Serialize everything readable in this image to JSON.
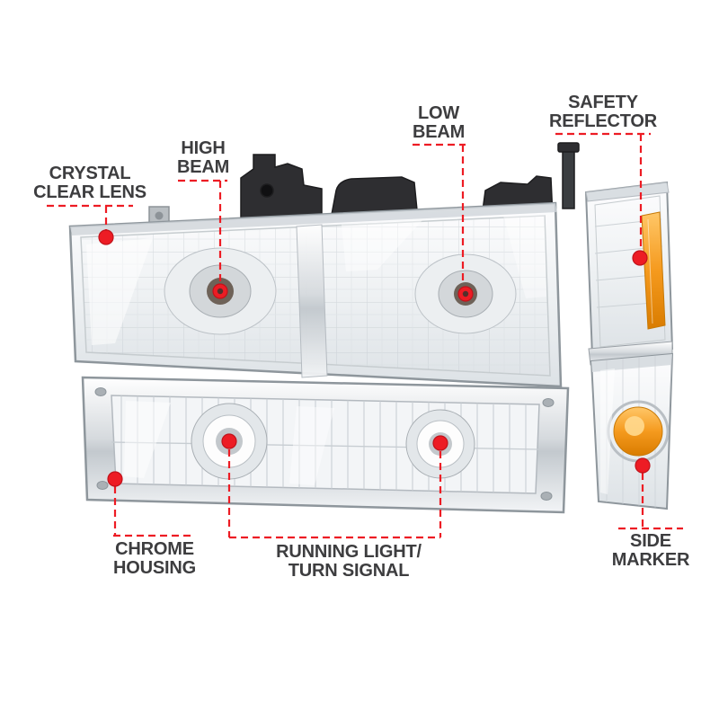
{
  "colors": {
    "callout_red": "#ed1c24",
    "label_text": "#3d3d3f",
    "amber": "#f59a1e",
    "chrome": "#d6dade"
  },
  "callouts": {
    "crystal_clear_lens": {
      "line1": "CRYSTAL",
      "line2": "CLEAR LENS"
    },
    "high_beam": {
      "line1": "HIGH",
      "line2": "BEAM"
    },
    "low_beam": {
      "line1": "LOW",
      "line2": "BEAM"
    },
    "safety_reflector": {
      "line1": "SAFETY",
      "line2": "REFLECTOR"
    },
    "chrome_housing": {
      "line1": "CHROME",
      "line2": "HOUSING"
    },
    "running_light_turn_signal": {
      "line1": "RUNNING LIGHT/",
      "line2": "TURN SIGNAL"
    },
    "side_marker": {
      "line1": "SIDE",
      "line2": "MARKER"
    }
  }
}
